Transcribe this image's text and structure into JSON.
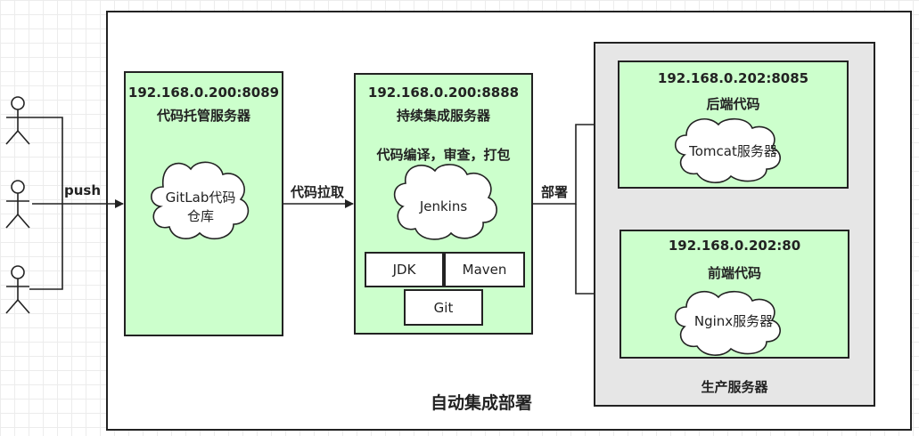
{
  "actors": [
    "actor",
    "actor",
    "actor"
  ],
  "labels": {
    "push": "push",
    "pull_code": "代码拉取",
    "deploy": "部署",
    "main_title": "自动集成部署"
  },
  "gitlab": {
    "addr": "192.168.0.200:8089",
    "title": "代码托管服务器",
    "cloud_line1": "GitLab代码",
    "cloud_line2": "仓库"
  },
  "jenkins": {
    "addr": "192.168.0.200:8888",
    "title": "持续集成服务器",
    "desc": "代码编译，审查，打包",
    "cloud": "Jenkins",
    "tools": [
      "JDK",
      "Maven",
      "Git"
    ]
  },
  "production": {
    "label": "生产服务器",
    "backend": {
      "addr": "192.168.0.202:8085",
      "title": "后端代码",
      "cloud": "Tomcat服务器"
    },
    "frontend": {
      "addr": "192.168.0.202:80",
      "title": "前端代码",
      "cloud": "Nginx服务器"
    }
  },
  "colors": {
    "server_fill": "#ccffcc",
    "production_fill": "#e6e6e6",
    "stroke": "#222222"
  }
}
